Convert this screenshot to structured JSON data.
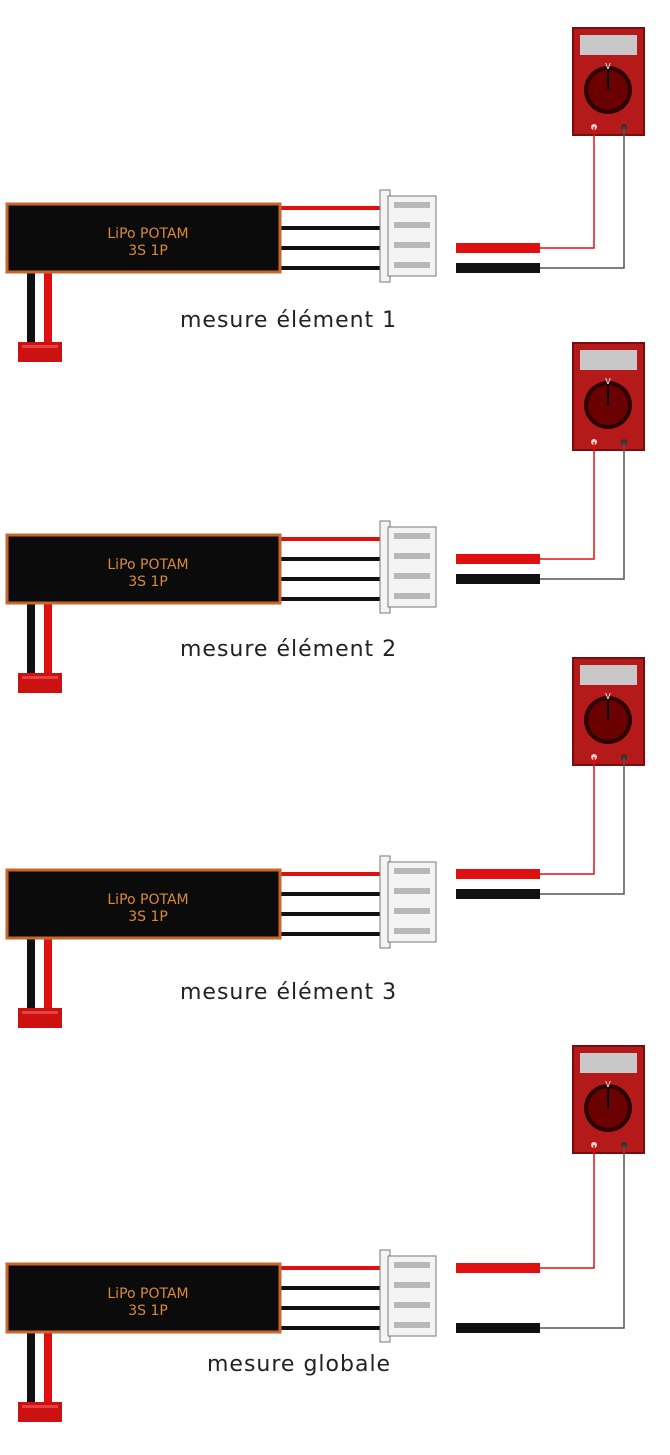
{
  "panels": [
    {
      "pack_label_line1": "LiPo POTAM",
      "pack_label_line2": "3S 1P",
      "caption": "mesure élément 1",
      "meter_symbol": "V",
      "probe_red_pin": 2,
      "probe_black_pin": 3
    },
    {
      "pack_label_line1": "LiPo POTAM",
      "pack_label_line2": "3S 1P",
      "caption": "mesure élément 2",
      "meter_symbol": "V",
      "probe_red_pin": 1,
      "probe_black_pin": 2
    },
    {
      "pack_label_line1": "LiPo POTAM",
      "pack_label_line2": "3S 1P",
      "caption": "mesure élément 3",
      "meter_symbol": "V",
      "probe_red_pin": 0,
      "probe_black_pin": 1
    },
    {
      "pack_label_line1": "LiPo POTAM",
      "pack_label_line2": "3S 1P",
      "caption": "mesure globale",
      "meter_symbol": "V",
      "probe_red_pin": 0,
      "probe_black_pin": 3
    }
  ],
  "colors": {
    "pack_body": "#0b0b0b",
    "pack_border": "#c8652a",
    "pack_text": "#d9893a",
    "wire_red": "#e01010",
    "wire_black": "#111111",
    "meter_body": "#b41a1a",
    "meter_display": "#c8c8c8",
    "meter_dial": "#6a0000",
    "connector_body": "#f4f4f4",
    "connector_pin": "#b8b8b8",
    "plug_red": "#cc1111"
  },
  "icons": {
    "meter": "multimeter-icon",
    "balance_connector": "balance-connector-icon",
    "main_plug": "main-plug-icon"
  }
}
